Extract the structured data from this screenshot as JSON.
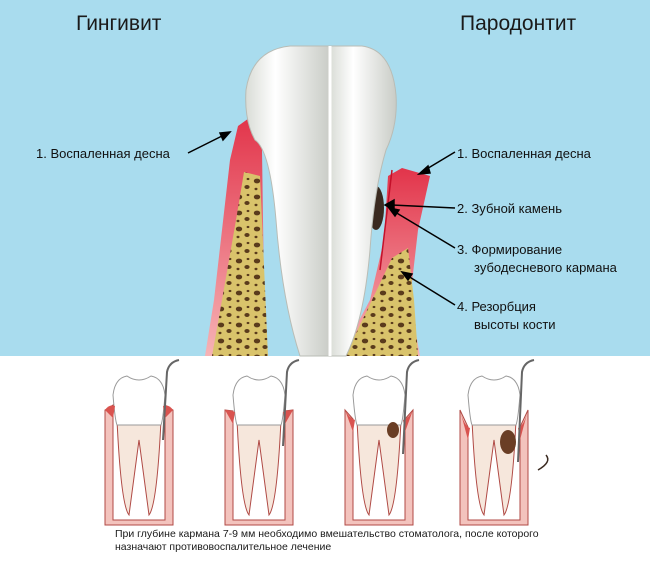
{
  "titles": {
    "left": "Гингивит",
    "right": "Пародонтит"
  },
  "labels": {
    "left_1": "1. Воспаленная десна",
    "right_1": "1. Воспаленная десна",
    "right_2": "2. Зубной камень",
    "right_3_line1": "3. Формирование",
    "right_3_line2": "зубодесневого кармана",
    "right_4_line1": "4. Резорбция",
    "right_4_line2": "высоты кости"
  },
  "caption": "При глубине кармана 7-9 мм необходимо вмешательство стоматолога, после которого назначают противовоспалительное лечение",
  "colors": {
    "panel_bg": "#a9dcee",
    "gum": "#e8475a",
    "gum_light": "#f6a3a8",
    "bone": "#d7bf6a",
    "bone_spots": "#5a3b1c",
    "tooth": "#f4f4f0",
    "calculus": "#3a2a20"
  }
}
